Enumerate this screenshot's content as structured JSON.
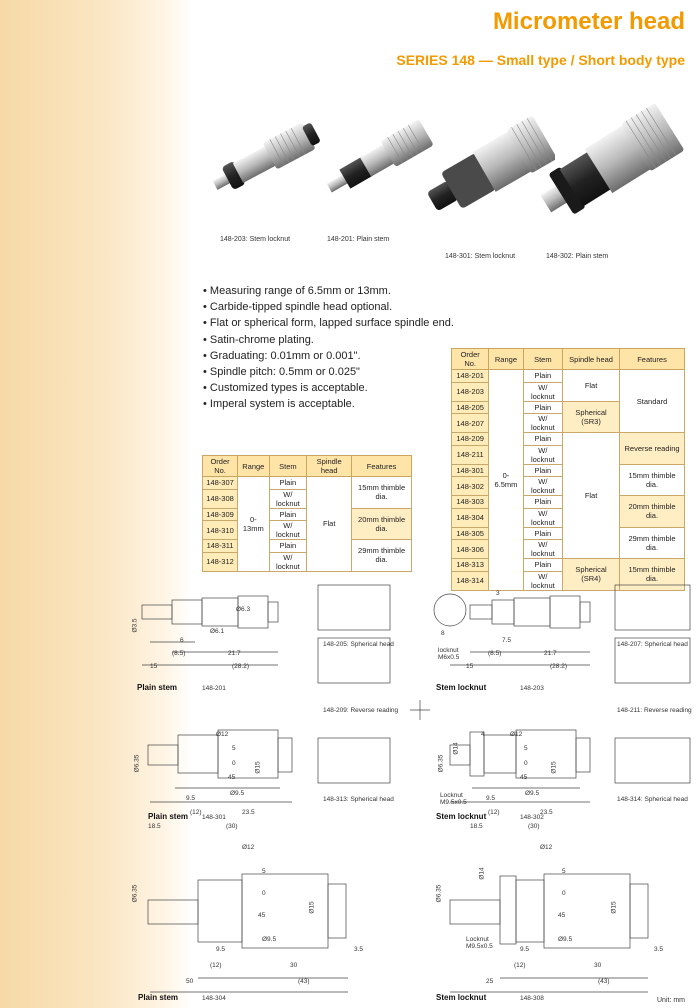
{
  "header": {
    "title": "Micrometer head",
    "subtitle": "SERIES 148 — Small type / Short body type"
  },
  "photos": [
    {
      "caption": "148-203: Stem locknut"
    },
    {
      "caption": "148-201:  Plain stem"
    },
    {
      "caption": "148-301: Stem locknut"
    },
    {
      "caption": "148-302:  Plain stem"
    }
  ],
  "features": [
    "Measuring range of 6.5mm or 13mm.",
    "Carbide-tipped spindle head optional.",
    "Flat or spherical form, lapped surface spindle end.",
    "Satin-chrome plating.",
    "Graduating: 0.01mm or 0.001\".",
    "Spindle pitch: 0.5mm or 0.025\"",
    "Customized types is acceptable.",
    "Imperal system is acceptable."
  ],
  "table_small": {
    "headers": [
      "Order No.",
      "Range",
      "Stem",
      "Spindle head",
      "Features"
    ],
    "range": "0-13mm",
    "spindle": "Flat",
    "rows": [
      {
        "order": "148-307",
        "stem": "Plain"
      },
      {
        "order": "148-308",
        "stem": "W/ locknut"
      },
      {
        "order": "148-309",
        "stem": "Plain"
      },
      {
        "order": "148-310",
        "stem": "W/ locknut"
      },
      {
        "order": "148-311",
        "stem": "Plain"
      },
      {
        "order": "148-312",
        "stem": "W/ locknut"
      }
    ],
    "features": [
      "15mm thimble dia.",
      "20mm thimble dia.",
      "29mm thimble dia."
    ]
  },
  "table_large": {
    "headers": [
      "Order No.",
      "Range",
      "Stem",
      "Spindle head",
      "Features"
    ],
    "range": "0-6.5mm",
    "rows": [
      {
        "order": "148-201",
        "stem": "Plain"
      },
      {
        "order": "148-203",
        "stem": "W/ locknut"
      },
      {
        "order": "148-205",
        "stem": "Plain"
      },
      {
        "order": "148-207",
        "stem": "W/ locknut"
      },
      {
        "order": "148-209",
        "stem": "Plain"
      },
      {
        "order": "148-211",
        "stem": "W/ locknut"
      },
      {
        "order": "148-301",
        "stem": "Plain"
      },
      {
        "order": "148-302",
        "stem": "W/ locknut"
      },
      {
        "order": "148-303",
        "stem": "Plain"
      },
      {
        "order": "148-304",
        "stem": "W/ locknut"
      },
      {
        "order": "148-305",
        "stem": "Plain"
      },
      {
        "order": "148-306",
        "stem": "W/ locknut"
      },
      {
        "order": "148-313",
        "stem": "Plain"
      },
      {
        "order": "148-314",
        "stem": "W/ locknut"
      }
    ],
    "spindle_flat1": "Flat",
    "spindle_sr3": "Spherical (SR3)",
    "spindle_flat2": "Flat",
    "spindle_sr4": "Spherical (SR4)",
    "feat_standard": "Standard",
    "feat_reverse": "Reverse reading",
    "feat_15": "15mm thimble dia.",
    "feat_20": "20mm thimble dia.",
    "feat_29": "29mm thimble dia.",
    "feat_15b": "15mm thimble dia."
  },
  "drawings": {
    "d1": {
      "label": "Plain stem",
      "model": "148-201"
    },
    "d2": {
      "label": "Stem locknut",
      "model": "148-203"
    },
    "d3": {
      "label": "Plain stem",
      "model": "148-301"
    },
    "d4": {
      "label": "Stem locknut",
      "model": "148-302"
    },
    "d5": {
      "label": "Plain stem",
      "model": "148-304"
    },
    "d6": {
      "label": "Stem locknut",
      "model": "148-308"
    },
    "insets": {
      "i1": "148-205: Spherical head",
      "i2": "148-209: Reverse reading",
      "i3": "148-207: Spherical head",
      "i4": "148-211: Reverse reading",
      "i5": "148-313: Spherical head",
      "i6": "148-314: Spherical head"
    },
    "dims": {
      "d35": "Ø3.5",
      "d63": "Ø6.3",
      "d61": "Ø6.1",
      "v6": "6",
      "v85": "(8.5)",
      "v217": "21.7",
      "v15": "15",
      "v282": "(28.2)",
      "v3": "3",
      "v8": "8",
      "v75": "7.5",
      "locknut_small": "locknut M6x0.5",
      "d635": "Ø6.35",
      "d12": "Ø12",
      "d15": "Ø15",
      "d14": "Ø14",
      "v4": "4",
      "d95": "Ø9.5",
      "v95": "9.5",
      "v12": "(12)",
      "v235": "23.5",
      "v185": "18.5",
      "v30": "(30)",
      "locknut_m9": "Locknut M9.5x0.5",
      "v50": "50",
      "v30b": "30",
      "v43": "(43)",
      "v25": "25",
      "v35": "3.5",
      "scale_0": "0",
      "scale_5": "5",
      "scale_45": "45"
    },
    "unit": "Unit: mm"
  }
}
